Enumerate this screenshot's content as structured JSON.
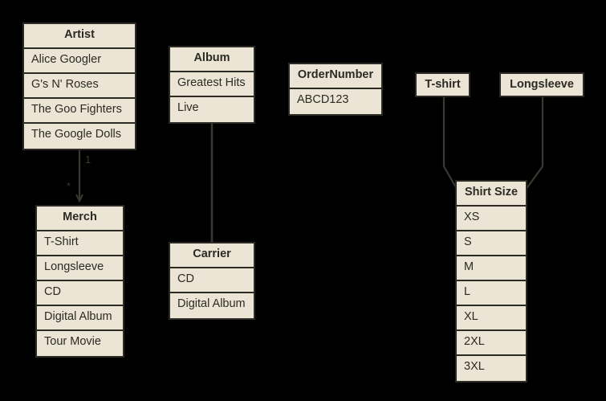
{
  "diagram": {
    "type": "entity-relationship-diagram",
    "background_color": "#000000",
    "node_fill_color": "#ece5d5",
    "node_border_color": "#2b2a24",
    "text_color": "#2b2a24"
  },
  "nodes": {
    "artist": {
      "title": "Artist",
      "items": [
        "Alice Googler",
        "G's N' Roses",
        "The Goo Fighters",
        "The Google Dolls"
      ]
    },
    "merch": {
      "title": "Merch",
      "items": [
        "T-Shirt",
        "Longsleeve",
        "CD",
        "Digital Album",
        "Tour Movie"
      ]
    },
    "album": {
      "title": "Album",
      "items": [
        "Greatest Hits",
        "Live"
      ]
    },
    "carrier": {
      "title": "Carrier",
      "items": [
        "CD",
        "Digital Album"
      ]
    },
    "order_number": {
      "title": "OrderNumber",
      "items": [
        "ABCD123"
      ]
    },
    "tshirt": {
      "title": "T-shirt"
    },
    "longsleeve": {
      "title": "Longsleeve"
    },
    "shirt_size": {
      "title": "Shirt Size",
      "items": [
        "XS",
        "S",
        "M",
        "L",
        "XL",
        "2XL",
        "3XL"
      ]
    }
  },
  "edges": {
    "artist_to_merch": {
      "from": "artist",
      "to": "merch",
      "source_cardinality": "1",
      "target_cardinality": "*",
      "arrow": "open-arrow-down"
    },
    "album_to_carrier": {
      "from": "album",
      "to": "carrier",
      "arrow": "none"
    },
    "tshirt_to_shirt_size": {
      "from": "tshirt",
      "to": "shirt_size",
      "arrow": "none"
    },
    "longsleeve_to_shirt_size": {
      "from": "longsleeve",
      "to": "shirt_size",
      "arrow": "none"
    }
  }
}
